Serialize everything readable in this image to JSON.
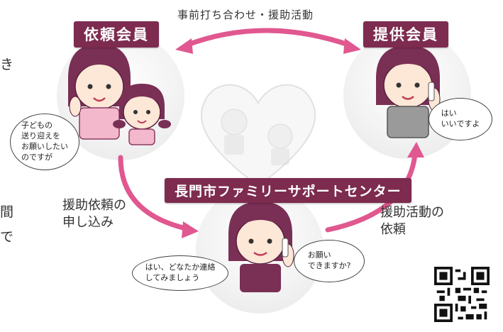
{
  "roles": {
    "requester": "依頼会員",
    "provider": "提供会員",
    "center": "長門市ファミリーサポートセンター"
  },
  "arrows": {
    "top": "事前打ち合わせ・援助活動",
    "left": "援助依頼の\n申し込み",
    "right": "援助活動の\n依頼"
  },
  "bubbles": {
    "requester": "子どもの\n送り迎えを\nお願いしたい\nのですが",
    "provider": "はい\nいいですよ",
    "center_staff": "はい、どなたか連絡\nしてみましょう",
    "center_question": "お願い\nできますか?"
  },
  "side_fragments": {
    "line1": "き",
    "line2": "間",
    "line3": "で"
  },
  "colors": {
    "badge": "#7d2b4f",
    "arrow": "#e0588f",
    "hair": "#7a2f55",
    "skin": "#fde7d6",
    "shirt_pink": "#f4b8cc",
    "shirt_gray": "#9a9a9a"
  },
  "icons": [
    "qr-code-icon"
  ]
}
